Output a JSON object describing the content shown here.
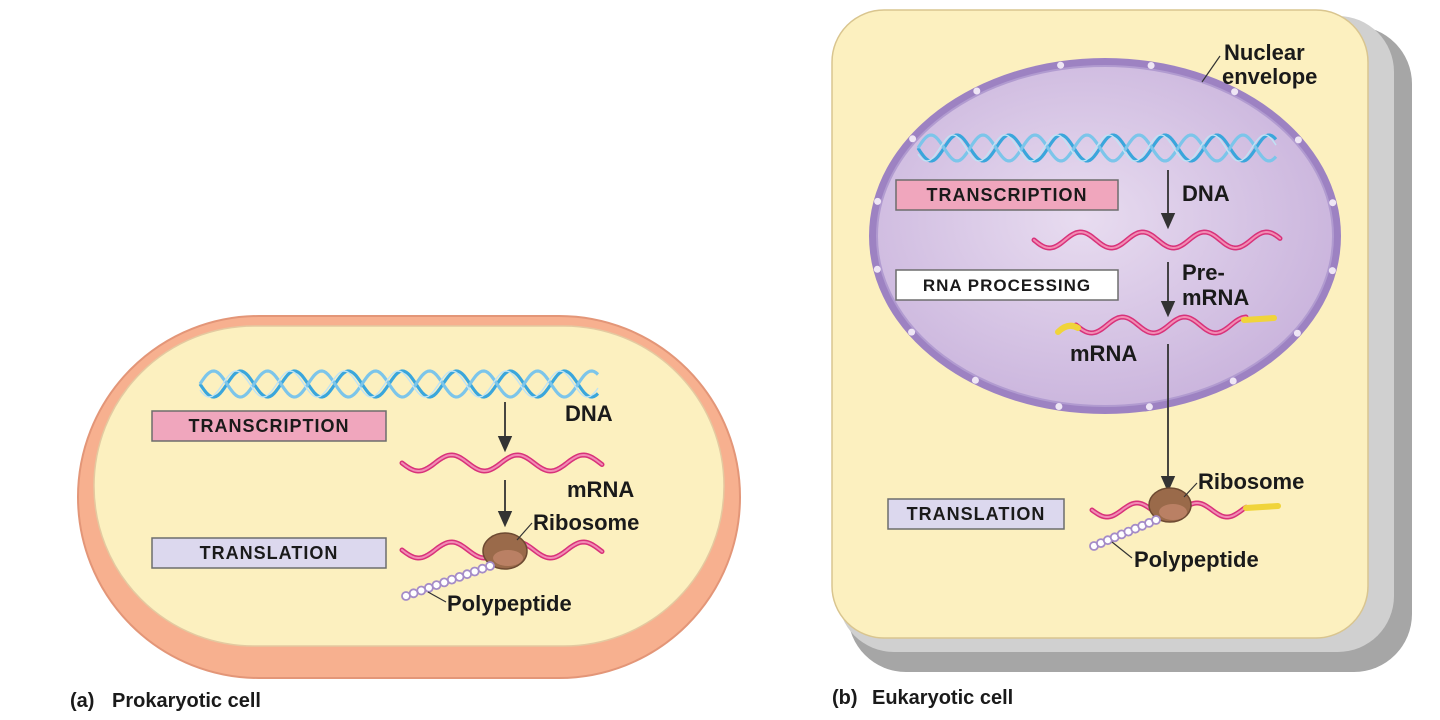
{
  "prokaryote": {
    "transcription_label": "TRANSCRIPTION",
    "translation_label": "TRANSLATION",
    "dna_label": "DNA",
    "mrna_label": "mRNA",
    "ribosome_label": "Ribosome",
    "polypeptide_label": "Polypeptide",
    "caption_tag": "(a)",
    "caption": "Prokaryotic cell"
  },
  "eukaryote": {
    "nuclear_envelope_line1": "Nuclear",
    "nuclear_envelope_line2": "envelope",
    "transcription_label": "TRANSCRIPTION",
    "rna_processing_label": "RNA PROCESSING",
    "translation_label": "TRANSLATION",
    "dna_label": "DNA",
    "pre_mrna_line1": "Pre-",
    "pre_mrna_line2": "mRNA",
    "mrna_label": "mRNA",
    "ribosome_label": "Ribosome",
    "polypeptide_label": "Polypeptide",
    "caption_tag": "(b)",
    "caption": "Eukaryotic cell"
  },
  "colors": {
    "cytoplasm": "#fcf0bf",
    "prokaryote_wall": "#f7b08f",
    "eukaryote_shadow": "#a6a6a6",
    "nucleus": "#d6c2e2",
    "nucleus_border": "#9d82c2",
    "dna": "#3aa6dc",
    "mrna": "#d8327a",
    "transcription_box": "#f0a6bd",
    "translation_box": "#dcd8ee",
    "ribosome": "#9a6a4a",
    "polypeptide": "#a58cc8",
    "cap_tail": "#f0d43a"
  }
}
